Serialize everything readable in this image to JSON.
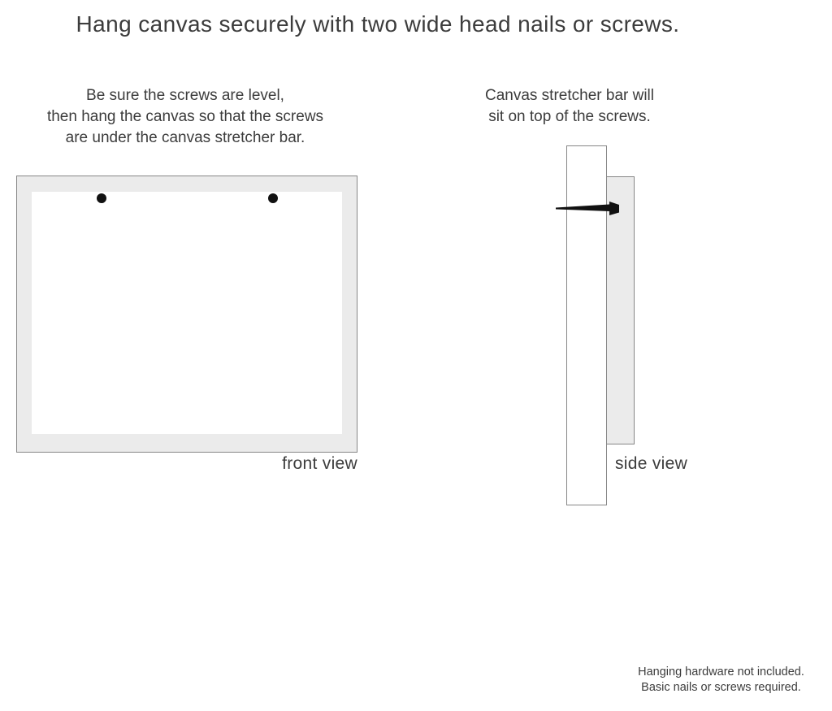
{
  "title": "Hang canvas securely with two wide head nails or screws.",
  "instructions": {
    "left": {
      "lines": [
        "Be sure the screws are level,",
        "then hang the canvas so that the screws",
        "are under the canvas stretcher bar."
      ]
    },
    "right": {
      "lines": [
        "Canvas stretcher bar will",
        "sit on top of the screws."
      ]
    }
  },
  "front_view": {
    "label": "front view",
    "nail_count": 2
  },
  "side_view": {
    "label": "side view"
  },
  "footer": {
    "lines": [
      "Hanging hardware not included.",
      "Basic nails or screws required."
    ]
  },
  "colors": {
    "background": "#ffffff",
    "canvas_fill": "#ebebeb",
    "outline": "#868686",
    "text": "#3c3c3c",
    "nail": "#111111"
  }
}
